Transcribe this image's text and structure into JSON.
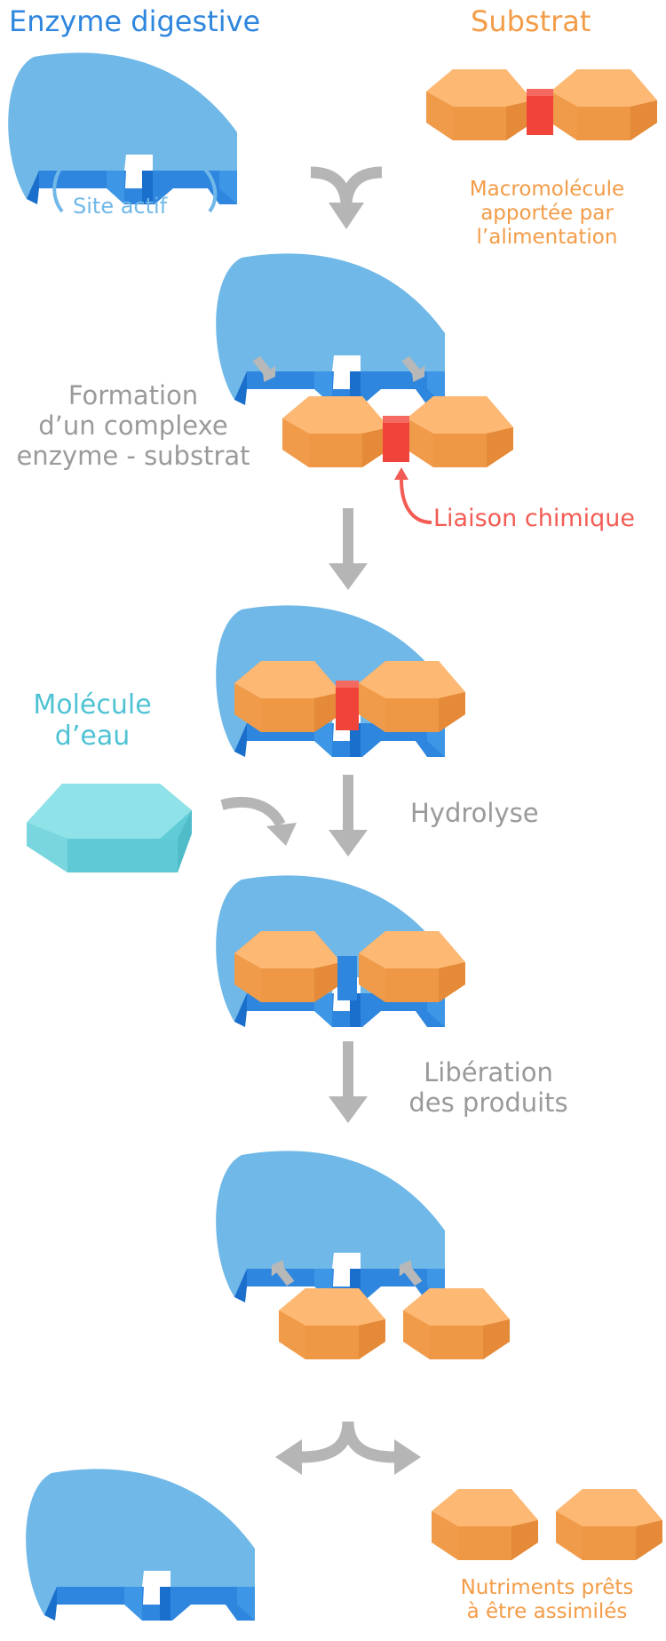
{
  "labels": {
    "enzyme_title": "Enzyme digestive",
    "substrat_title": "Substrat",
    "site_actif": "Site actif",
    "macromolecule": "Macromolécule\napportée par\nl’alimentation",
    "formation": "Formation\nd’un complexe\nenzyme - substrat",
    "liaison": "Liaison chimique",
    "molecule_eau": "Molécule\nd’eau",
    "hydrolyse": "Hydrolyse",
    "liberation": "Libération\ndes produits",
    "nutriments": "Nutriments prêts\nà être assimilés"
  },
  "colors": {
    "enzyme_title": "#2e86de",
    "substrat_title": "#f39c48",
    "site_actif": "#6fb8e8",
    "macromolecule": "#f39c48",
    "formation": "#9a9a9a",
    "liaison": "#f25c54",
    "molecule_eau": "#4fc3d4",
    "hydrolyse": "#9a9a9a",
    "liberation": "#9a9a9a",
    "nutriments": "#f39c48"
  }
}
